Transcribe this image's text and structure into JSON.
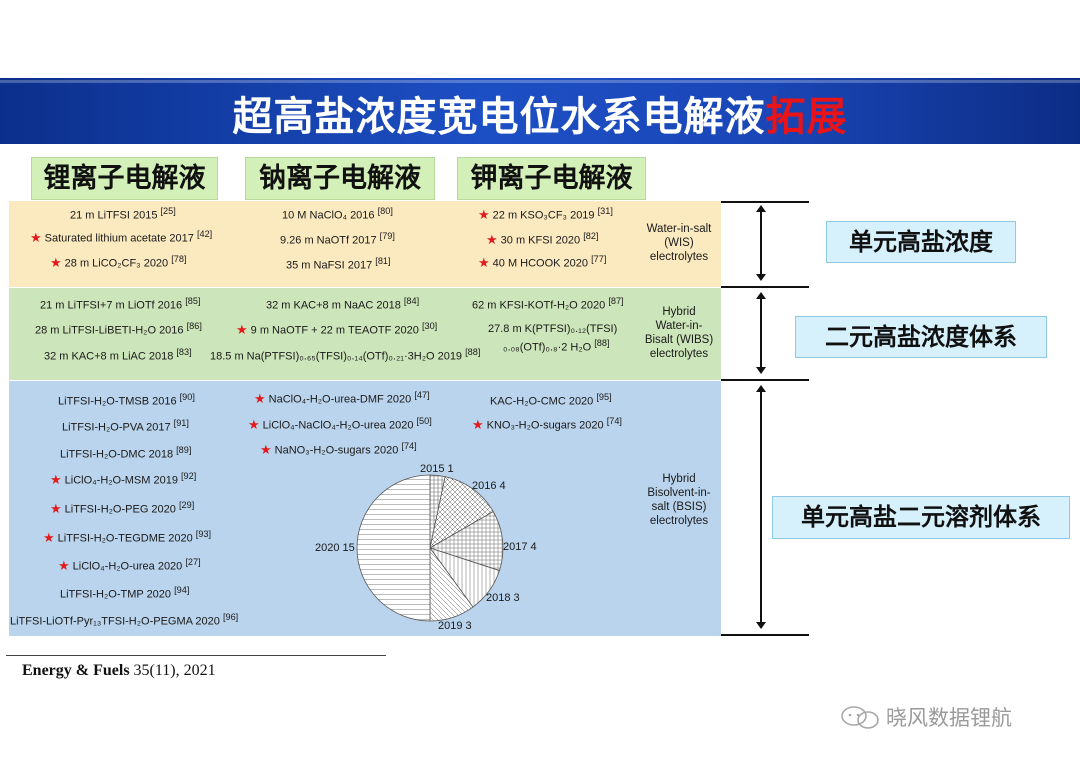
{
  "slide": {
    "title_main": "超高盐浓度宽电位水系电解液",
    "title_highlight": "拓展"
  },
  "colors": {
    "title_highlight": "#e8141a",
    "star": "#e31a1c",
    "wis_band": "#fbe9c0",
    "wibs_band": "#cde5ba",
    "bsis_band": "#b9d4ec",
    "header_bg": "#d3f0b8",
    "side_box_bg": "#d6f1fb"
  },
  "headers": [
    "锂离子电解液",
    "钠离子电解液",
    "钾离子电解液"
  ],
  "categories": {
    "wis": [
      "Water-in-salt",
      "(WIS)",
      "electrolytes"
    ],
    "wibs": [
      "Hybrid",
      "Water-in-",
      "Bisalt (WIBS)",
      "electrolytes"
    ],
    "bsis": [
      "Hybrid",
      "Bisolvent-in-",
      "salt (BSIS)",
      "electrolytes"
    ]
  },
  "side_labels": [
    "单元高盐浓度",
    "二元高盐浓度体系",
    "单元高盐二元溶剂体系"
  ],
  "wis": {
    "li": [
      {
        "text": "21 m LiTFSI 2015",
        "ref": "[25]",
        "star": false
      },
      {
        "text": "Saturated lithium acetate 2017",
        "ref": "[42]",
        "star": true
      },
      {
        "text": "28 m LiCO₂CF₃ 2020",
        "ref": "[78]",
        "star": true
      }
    ],
    "na": [
      {
        "text": "10 M NaClO₄ 2016",
        "ref": "[80]",
        "star": false
      },
      {
        "text": "9.26 m NaOTf 2017",
        "ref": "[79]",
        "star": false
      },
      {
        "text": "35 m NaFSI 2017",
        "ref": "[81]",
        "star": false
      }
    ],
    "k": [
      {
        "text": "22 m KSO₃CF₃ 2019",
        "ref": "[31]",
        "star": true
      },
      {
        "text": "30 m KFSI 2020",
        "ref": "[82]",
        "star": true
      },
      {
        "text": "40 M HCOOK 2020",
        "ref": "[77]",
        "star": true
      }
    ]
  },
  "wibs": {
    "li": [
      {
        "text": "21 m LiTFSI+7 m LiOTf 2016",
        "ref": "[85]",
        "star": false
      },
      {
        "text": "28 m LiTFSI-LiBETI-H₂O 2016",
        "ref": "[86]",
        "star": false
      },
      {
        "text": "32 m KAC+8 m LiAC 2018",
        "ref": "[83]",
        "star": false
      }
    ],
    "na": [
      {
        "text": "32 m KAC+8 m NaAC 2018",
        "ref": "[84]",
        "star": false
      },
      {
        "text": "9 m NaOTF + 22 m TEAOTF 2020",
        "ref": "[30]",
        "star": true
      },
      {
        "text": "18.5 m Na(PTFSI)₀.₆₅(TFSI)₀.₁₄(OTf)₀.₂₁·3H₂O 2019",
        "ref": "[88]",
        "star": false
      }
    ],
    "k": [
      {
        "text": "62 m KFSI-KOTf-H₂O 2020",
        "ref": "[87]",
        "star": false
      },
      {
        "text": "27.8 m K(PTFSI)₀.₁₂(TFSI)",
        "ref": "",
        "star": false
      },
      {
        "text": "₀.₀₈(OTf)₀.₈·2 H₂O",
        "ref": "[88]",
        "star": false
      }
    ]
  },
  "bsis": {
    "li": [
      {
        "text": "LiTFSI-H₂O-TMSB 2016",
        "ref": "[90]",
        "star": false
      },
      {
        "text": "LiTFSI-H₂O-PVA 2017",
        "ref": "[91]",
        "star": false
      },
      {
        "text": "LiTFSI-H₂O-DMC 2018",
        "ref": "[89]",
        "star": false
      },
      {
        "text": "LiClO₄-H₂O-MSM 2019",
        "ref": "[92]",
        "star": true
      },
      {
        "text": "LiTFSI-H₂O-PEG 2020",
        "ref": "[29]",
        "star": true
      },
      {
        "text": "LiTFSI-H₂O-TEGDME 2020",
        "ref": "[93]",
        "star": true
      },
      {
        "text": "LiClO₄-H₂O-urea 2020",
        "ref": "[27]",
        "star": true
      },
      {
        "text": "LiTFSI-H₂O-TMP 2020",
        "ref": "[94]",
        "star": false
      },
      {
        "text": "LiTFSI-LiOTf-Pyr₁₃TFSI-H₂O-PEGMA 2020",
        "ref": "[96]",
        "star": false
      }
    ],
    "na": [
      {
        "text": "NaClO₄-H₂O-urea-DMF 2020",
        "ref": "[47]",
        "star": true
      },
      {
        "text": "LiClO₄-NaClO₄-H₂O-urea 2020",
        "ref": "[50]",
        "star": true
      },
      {
        "text": "NaNO₃-H₂O-sugars 2020",
        "ref": "[74]",
        "star": true
      }
    ],
    "k": [
      {
        "text": "KAC-H₂O-CMC 2020",
        "ref": "[95]",
        "star": false
      },
      {
        "text": "KNO₃-H₂O-sugars 2020",
        "ref": "[74]",
        "star": true
      }
    ]
  },
  "chart_data": {
    "type": "pie",
    "slices": [
      {
        "label": "2015 1",
        "year": "2015",
        "value": 1
      },
      {
        "label": "2016 4",
        "year": "2016",
        "value": 4
      },
      {
        "label": "2017 4",
        "year": "2017",
        "value": 4
      },
      {
        "label": "2018 3",
        "year": "2018",
        "value": 3
      },
      {
        "label": "2019 3",
        "year": "2019",
        "value": 3
      },
      {
        "label": "2020 15",
        "year": "2020",
        "value": 15
      }
    ]
  },
  "reference": {
    "journal": "Energy & Fuels",
    "issue": " 35(11), 2021"
  },
  "watermark": "晓风数据锂航"
}
